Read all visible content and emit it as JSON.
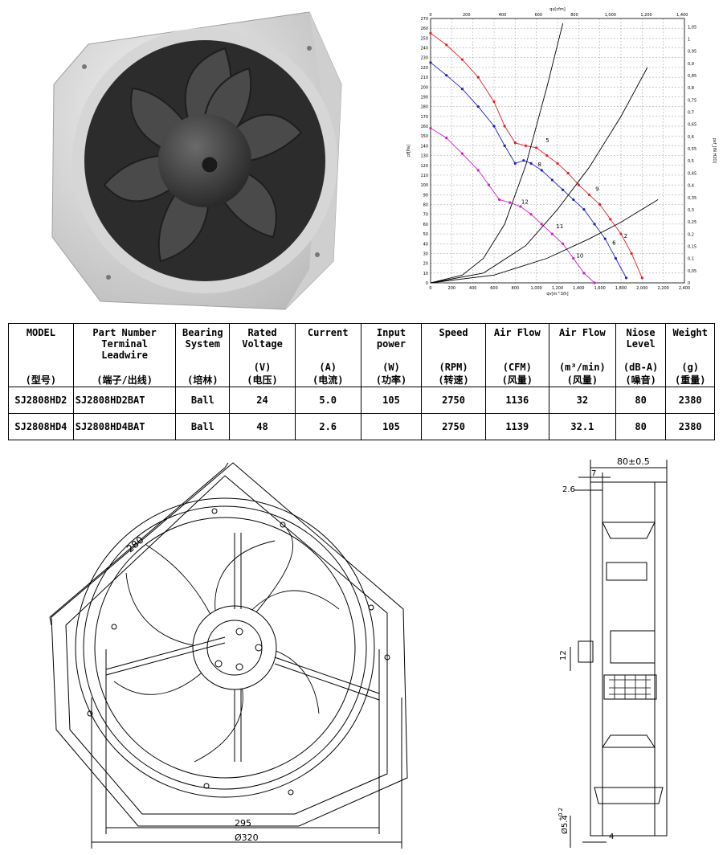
{
  "chart_data": {
    "type": "line",
    "title": "",
    "xlabel_top": "qv[cfm]",
    "xlabel": "qv[m^3/h]",
    "ylabel": "pf[Pa]",
    "ylabel_right": "psf_[IN H2O]",
    "xlim": [
      0,
      2400
    ],
    "ylim": [
      0,
      270
    ],
    "x_ticks": [
      "0",
      "200",
      "400",
      "600",
      "800",
      "1,000",
      "1,200",
      "1,400",
      "1,600",
      "1,800",
      "2,000",
      "2,200",
      "2,400"
    ],
    "x_top_ticks": [
      "0",
      "200",
      "400",
      "600",
      "800",
      "1,000",
      "1,200",
      "1,400"
    ],
    "y_ticks": [
      "0",
      "10",
      "20",
      "30",
      "40",
      "50",
      "60",
      "70",
      "80",
      "90",
      "100",
      "110",
      "120",
      "130",
      "140",
      "150",
      "160",
      "170",
      "180",
      "190",
      "200",
      "210",
      "220",
      "230",
      "240",
      "250",
      "260",
      "270"
    ],
    "y_right_ticks": [
      "0",
      "0,05",
      "0,1",
      "0,15",
      "0,2",
      "0,25",
      "0,3",
      "0,35",
      "0,4",
      "0,45",
      "0,5",
      "0,55",
      "0,6",
      "0,65",
      "0,7",
      "0,75",
      "0,8",
      "0,85",
      "0,9",
      "0,95",
      "1",
      "1,05"
    ],
    "series": [
      {
        "color": "#e02020",
        "label": "",
        "values": [
          [
            0,
            255
          ],
          [
            150,
            243
          ],
          [
            300,
            228
          ],
          [
            450,
            210
          ],
          [
            600,
            185
          ],
          [
            700,
            160
          ],
          [
            800,
            143
          ],
          [
            900,
            140
          ],
          [
            1000,
            138
          ],
          [
            1100,
            130
          ],
          [
            1200,
            122
          ],
          [
            1300,
            112
          ],
          [
            1400,
            100
          ],
          [
            1500,
            90
          ],
          [
            1600,
            80
          ],
          [
            1700,
            65
          ],
          [
            1800,
            50
          ],
          [
            1900,
            30
          ],
          [
            2000,
            5
          ]
        ]
      },
      {
        "color": "#2020c0",
        "label": "",
        "values": [
          [
            0,
            225
          ],
          [
            150,
            212
          ],
          [
            300,
            198
          ],
          [
            450,
            180
          ],
          [
            600,
            160
          ],
          [
            700,
            140
          ],
          [
            800,
            122
          ],
          [
            880,
            125
          ],
          [
            950,
            122
          ],
          [
            1050,
            115
          ],
          [
            1150,
            105
          ],
          [
            1250,
            95
          ],
          [
            1350,
            85
          ],
          [
            1450,
            75
          ],
          [
            1550,
            60
          ],
          [
            1650,
            45
          ],
          [
            1750,
            25
          ],
          [
            1850,
            5
          ]
        ]
      },
      {
        "color": "#d020c0",
        "label": "",
        "values": [
          [
            0,
            158
          ],
          [
            150,
            148
          ],
          [
            300,
            132
          ],
          [
            450,
            115
          ],
          [
            550,
            100
          ],
          [
            650,
            85
          ],
          [
            750,
            82
          ],
          [
            850,
            78
          ],
          [
            950,
            70
          ],
          [
            1050,
            60
          ],
          [
            1150,
            50
          ],
          [
            1250,
            40
          ],
          [
            1350,
            25
          ],
          [
            1450,
            10
          ],
          [
            1550,
            0
          ]
        ]
      },
      {
        "color": "#000000",
        "label": "",
        "values": [
          [
            0,
            0
          ],
          [
            300,
            8
          ],
          [
            500,
            25
          ],
          [
            700,
            60
          ],
          [
            900,
            120
          ],
          [
            1100,
            200
          ],
          [
            1250,
            265
          ]
        ]
      },
      {
        "color": "#000000",
        "label": "",
        "values": [
          [
            0,
            0
          ],
          [
            500,
            10
          ],
          [
            900,
            38
          ],
          [
            1200,
            75
          ],
          [
            1500,
            118
          ],
          [
            1800,
            170
          ],
          [
            2050,
            220
          ]
        ]
      },
      {
        "color": "#000000",
        "label": "",
        "values": [
          [
            0,
            0
          ],
          [
            600,
            8
          ],
          [
            1100,
            25
          ],
          [
            1500,
            45
          ],
          [
            1800,
            62
          ],
          [
            2150,
            85
          ]
        ]
      }
    ],
    "point_labels": [
      {
        "text": "5",
        "x": 1080,
        "y": 143
      },
      {
        "text": "8",
        "x": 1005,
        "y": 118
      },
      {
        "text": "9",
        "x": 1550,
        "y": 93
      },
      {
        "text": "12",
        "x": 850,
        "y": 80
      },
      {
        "text": "11",
        "x": 1180,
        "y": 55
      },
      {
        "text": "2",
        "x": 1820,
        "y": 45
      },
      {
        "text": "6",
        "x": 1710,
        "y": 38
      },
      {
        "text": "10",
        "x": 1370,
        "y": 25
      }
    ]
  },
  "table": {
    "headers": [
      {
        "top": "MODEL",
        "bottom": "(型号)"
      },
      {
        "top": "Part Number\nTerminal\nLeadwire",
        "bottom": "(端子/出线)"
      },
      {
        "top": "Bearing\nSystem",
        "bottom": "(培林)"
      },
      {
        "top": "Rated\nVoltage",
        "bottom": "(V)\n(电压)"
      },
      {
        "top": "Current",
        "bottom": "(A)\n(电流)"
      },
      {
        "top": "Input\npower",
        "bottom": "(W)\n(功率)"
      },
      {
        "top": "Speed",
        "bottom": "(RPM)\n(转速)"
      },
      {
        "top": "Air Flow",
        "bottom": "(CFM)\n(风量)"
      },
      {
        "top": "Air Flow",
        "bottom": "(m³/min)\n(风量)"
      },
      {
        "top": "Niose\nLevel",
        "bottom": "(dB-A)\n(噪音)"
      },
      {
        "top": "Weight",
        "bottom": "(g)\n(重量)"
      }
    ],
    "rows": [
      [
        "SJ2808HD2",
        "SJ2808HD2BAT",
        "Ball",
        "24",
        "5.0",
        "105",
        "2750",
        "1136",
        "32",
        "80",
        "2380"
      ],
      [
        "SJ2808HD4",
        "SJ2808HD4BAT",
        "Ball",
        "48",
        "2.6",
        "105",
        "2750",
        "1139",
        "32.1",
        "80",
        "2380"
      ]
    ]
  },
  "drawing": {
    "front_dim_diag": "280",
    "front_dim_inner": "295",
    "front_dim_outer": "Ø320",
    "side_dim_width": "80±0.5",
    "side_dim_flange": "7",
    "side_dim_lip": "2.6",
    "side_dim_hub": "12",
    "side_dim_hole": "Ø5.4",
    "side_dim_hole_tol": "+0.2",
    "side_dim_bottom": "4"
  }
}
